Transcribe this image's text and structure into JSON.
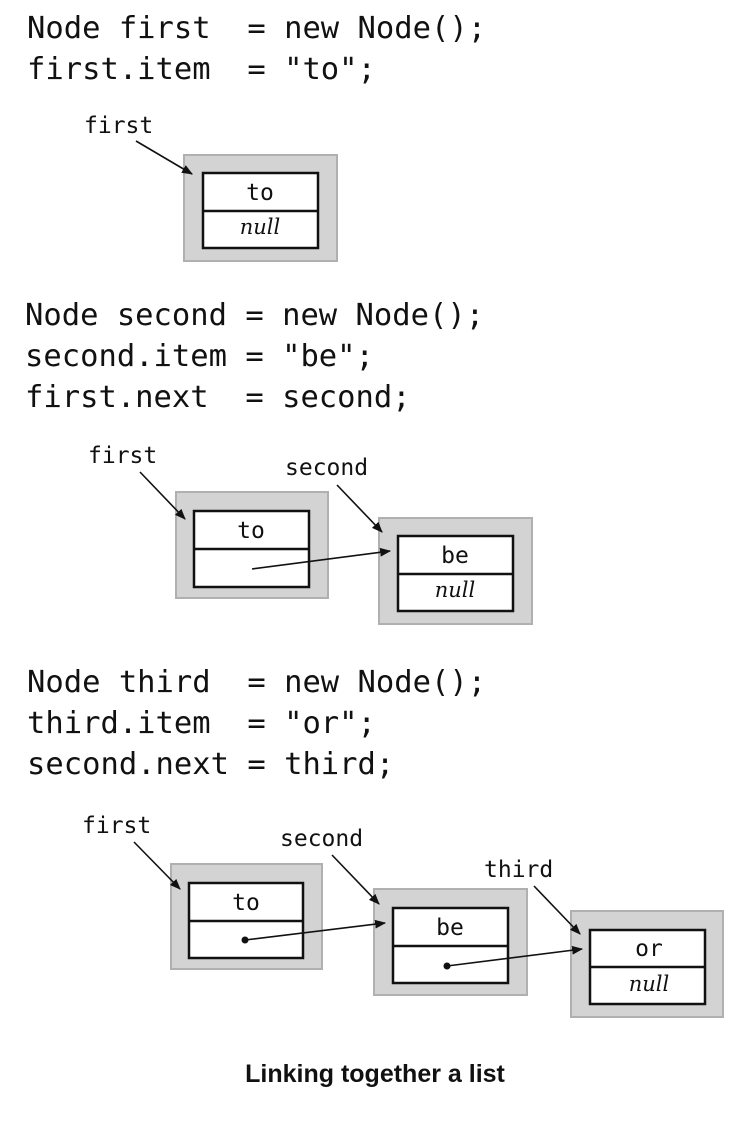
{
  "code_blocks": [
    {
      "lines": [
        "Node first  = new Node();",
        "first.item  = \"to\";"
      ]
    },
    {
      "lines": [
        "Node second = new Node();",
        "second.item = \"be\";",
        "first.next  = second;"
      ]
    },
    {
      "lines": [
        "Node third  = new Node();",
        "third.item  = \"or\";",
        "second.next = third;"
      ]
    }
  ],
  "labels": {
    "first": "first",
    "second": "second",
    "third": "third"
  },
  "nodes": {
    "to": "to",
    "be": "be",
    "or": "or"
  },
  "null_text": "null",
  "caption": "Linking together a list"
}
